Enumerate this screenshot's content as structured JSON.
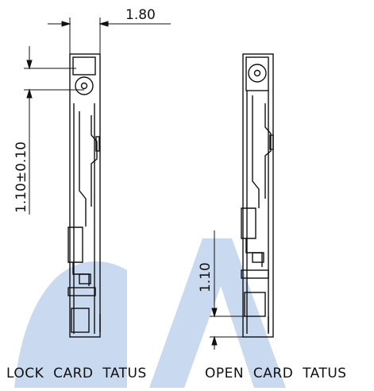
{
  "dimensions": {
    "width_dim": "1.80",
    "height_tol_dim": "1.10±0.10",
    "height_dim": "1.10"
  },
  "captions": {
    "left": "LOCK  CARD  TATUS",
    "right": "OPEN  CARD  TATUS"
  },
  "colors": {
    "line": "#111111",
    "watermark": "#c9d9f0"
  }
}
